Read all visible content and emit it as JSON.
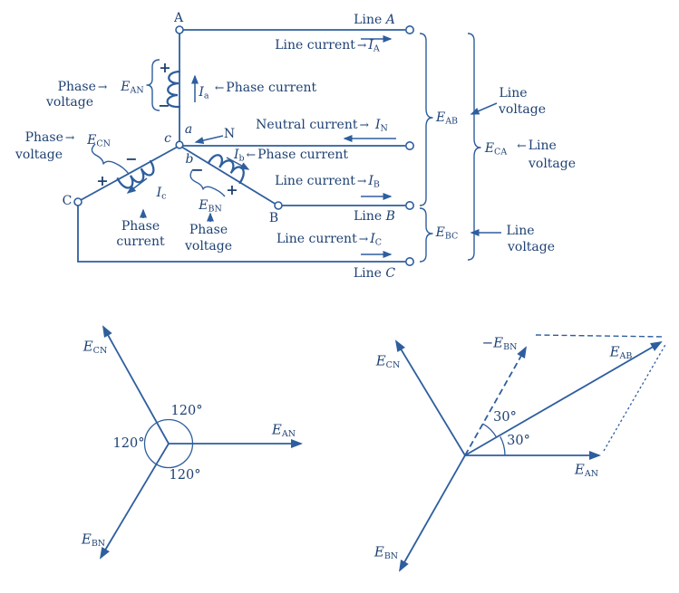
{
  "palette": {
    "ink": "#1e4173",
    "stroke": "#2e5e9e",
    "background": "#ffffff"
  },
  "glyphs": {
    "arrow_right": "→",
    "arrow_left": "←",
    "plus": "+",
    "minus": "−"
  },
  "circuit": {
    "terminal_a": "A",
    "terminal_b": "B",
    "terminal_c": "C",
    "neutral_label": "N",
    "node_a": "a",
    "node_b": "b",
    "node_c": "c",
    "line_a": {
      "word": "Line",
      "phase": "A"
    },
    "line_b": {
      "word": "Line",
      "phase": "B"
    },
    "line_c": {
      "word": "Line",
      "phase": "C"
    },
    "line_current_a": {
      "label": "Line current",
      "sym": "I",
      "sub": "A"
    },
    "line_current_b": {
      "label": "Line current",
      "sym": "I",
      "sub": "B"
    },
    "line_current_c": {
      "label": "Line current",
      "sym": "I",
      "sub": "C"
    },
    "neutral_current": {
      "label": "Neutral current",
      "sym": "I",
      "sub": "N"
    },
    "phase_current_a": {
      "label": "Phase current",
      "sym": "I",
      "sub": "a"
    },
    "phase_current_b": {
      "label": "Phase current",
      "sym": "I",
      "sub": "b"
    },
    "phase_current_c": {
      "caption_l1": "Phase",
      "caption_l2": "current",
      "sym": "I",
      "sub": "c"
    },
    "phase_voltage_an": {
      "pointer_l1": "Phase",
      "pointer_l2": "voltage",
      "sym": "E",
      "sub": "AN"
    },
    "phase_voltage_cn": {
      "pointer_l1": "Phase",
      "pointer_l2": "voltage",
      "sym": "E",
      "sub": "CN"
    },
    "phase_voltage_bn": {
      "caption_l1": "Phase",
      "caption_l2": "voltage",
      "sym": "E",
      "sub": "BN"
    },
    "line_voltage_ab": {
      "sym": "E",
      "sub": "AB",
      "pointer_l1": "Line",
      "pointer_l2": "voltage"
    },
    "line_voltage_ca": {
      "sym": "E",
      "sub": "CA",
      "pointer_l1": "Line",
      "pointer_l2": "voltage"
    },
    "line_voltage_bc": {
      "sym": "E",
      "sub": "BC",
      "pointer_l1": "Line",
      "pointer_l2": "voltage"
    }
  },
  "phasor_left": {
    "e_an": {
      "sym": "E",
      "sub": "AN",
      "angle_deg": 0
    },
    "e_cn": {
      "sym": "E",
      "sub": "CN",
      "angle_deg": 120
    },
    "e_bn": {
      "sym": "E",
      "sub": "BN",
      "angle_deg": -120
    },
    "angle_top": "120°",
    "angle_left": "120°",
    "angle_bottom": "120°"
  },
  "phasor_right": {
    "e_an": {
      "sym": "E",
      "sub": "AN",
      "angle_deg": 0
    },
    "e_cn": {
      "sym": "E",
      "sub": "CN",
      "angle_deg": 120
    },
    "e_bn": {
      "sym": "E",
      "sub": "BN",
      "angle_deg": -120
    },
    "e_ab": {
      "sym": "E",
      "sub": "AB",
      "angle_deg": 30
    },
    "neg_e_bn": {
      "prefix": "−",
      "sym": "E",
      "sub": "BN",
      "angle_deg": 60
    },
    "angle_upper": "30°",
    "angle_lower": "30°"
  }
}
